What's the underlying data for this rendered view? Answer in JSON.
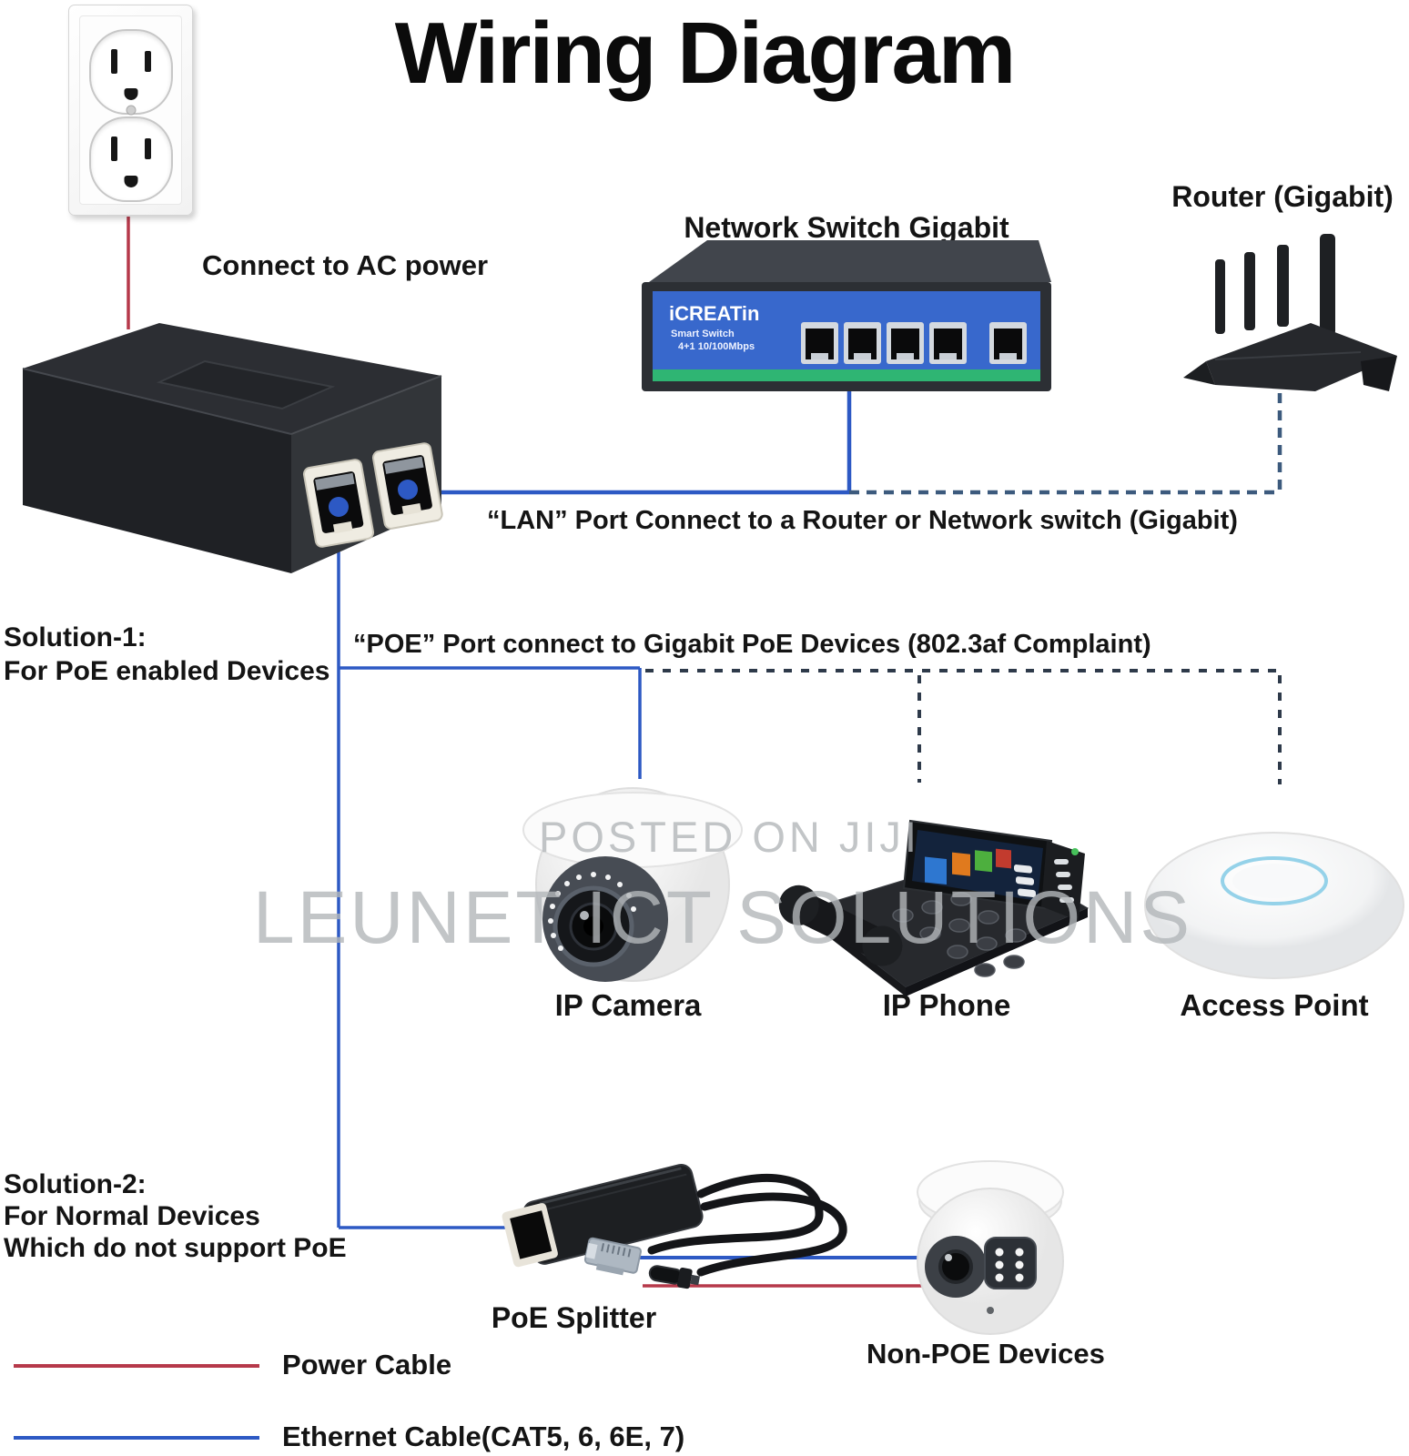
{
  "title": "Wiring Diagram",
  "labels": {
    "connect_ac": "Connect to AC power",
    "network_switch": "Network Switch Gigabit",
    "router": "Router (Gigabit)",
    "lan_port": "“LAN” Port Connect to a Router or Network switch (Gigabit)",
    "poe_port": "“POE” Port connect to Gigabit PoE Devices (802.3af Complaint)",
    "ip_camera": "IP Camera",
    "ip_phone": "IP Phone",
    "access_point": "Access Point",
    "poe_splitter": "PoE Splitter",
    "non_poe": "Non-POE Devices"
  },
  "solution1": {
    "line1": "Solution-1:",
    "line2": "For PoE enabled Devices"
  },
  "solution2": {
    "line1": "Solution-2:",
    "line2": "For Normal Devices",
    "line3": "Which do not support PoE"
  },
  "switch_text": {
    "brand": "iCREATin",
    "line2": "Smart Switch",
    "line3": "4+1 10/100Mbps"
  },
  "legend": {
    "power": {
      "label": "Power Cable"
    },
    "ethernet": {
      "label": "Ethernet Cable(CAT5, 6, 6E, 7)"
    }
  },
  "watermarks": {
    "line1": "POSTED ON JIJI",
    "line2": "LEUNET ICT SOLUTIONS"
  },
  "colors": {
    "power_cable": "#b6394a",
    "ethernet_cable": "#2d59c4",
    "ethernet_dashed": "#3c5a7d",
    "branch_dashed": "#2e3a4a",
    "switch_panel": "#3868cc",
    "switch_stripe": "#2fb573",
    "ap_ring": "#8fd0e8",
    "watermark": "#b3b7ba"
  },
  "icons": {
    "power-outlet-icon": "duplex AC wall outlet",
    "poe-injector-icon": "black PoE injector with POE and LAN RJ45 ports",
    "network-switch-icon": "5-port desktop gigabit switch",
    "router-icon": "black 4-antenna wireless router",
    "ip-camera-icon": "white dome IP camera",
    "ip-phone-icon": "black desk VoIP phone with color screen",
    "access-point-icon": "white ceiling wireless access point",
    "poe-splitter-icon": "PoE splitter with RJ45 and DC pigtails",
    "non-poe-camera-icon": "white turret CCTV camera"
  }
}
